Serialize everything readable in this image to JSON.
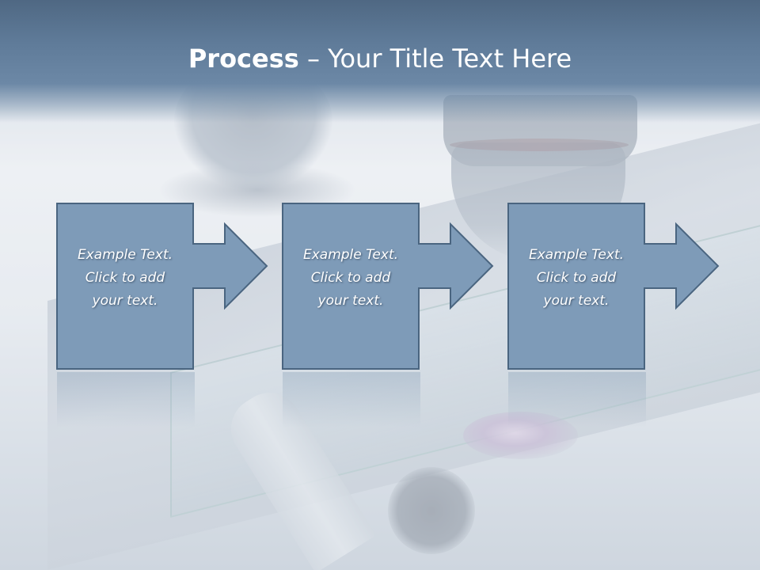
{
  "title": {
    "strong": "Process",
    "rest": " – Your Title Text Here"
  },
  "steps": [
    {
      "lines": [
        "Example Text.",
        "Click  to add",
        "your text."
      ]
    },
    {
      "lines": [
        "Example Text.",
        "Click  to add",
        "your text."
      ]
    },
    {
      "lines": [
        "Example Text.",
        "Click  to add",
        "your text."
      ]
    }
  ],
  "colors": {
    "title_bar": "#5f7b99",
    "arrow_fill": "#7e9bb8",
    "arrow_stroke": "#4a6580",
    "text": "#ffffff"
  }
}
